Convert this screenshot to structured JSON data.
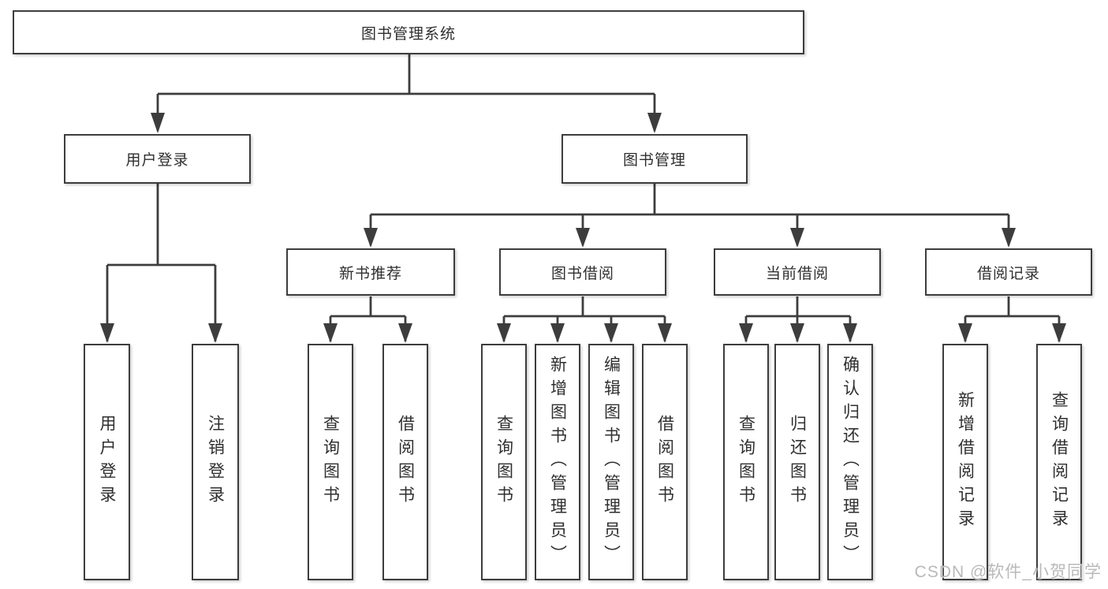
{
  "diagram_type": "tree-hierarchy-functional-structure",
  "hierarchy": {
    "label": "图书管理系统",
    "children": [
      {
        "label": "用户登录",
        "children": [
          {
            "label": "用户登录"
          },
          {
            "label": "注销登录"
          }
        ]
      },
      {
        "label": "图书管理",
        "children": [
          {
            "label": "新书推荐",
            "children": [
              {
                "label": "查询图书"
              },
              {
                "label": "借阅图书"
              }
            ]
          },
          {
            "label": "图书借阅",
            "children": [
              {
                "label": "查询图书"
              },
              {
                "label": "新增图书（管理员）"
              },
              {
                "label": "编辑图书（管理员）"
              },
              {
                "label": "借阅图书"
              }
            ]
          },
          {
            "label": "当前借阅",
            "children": [
              {
                "label": "查询图书"
              },
              {
                "label": "归还图书"
              },
              {
                "label": "确认归还（管理员）"
              }
            ]
          },
          {
            "label": "借阅记录",
            "children": [
              {
                "label": "新增借阅记录"
              },
              {
                "label": "查询借阅记录"
              }
            ]
          }
        ]
      }
    ]
  },
  "watermark": {
    "text": "CSDN @软件_小贺同学"
  },
  "colors": {
    "background": "#ffffff",
    "fill": "#ffffff",
    "border": "#3d3d3d",
    "line": "#3d3d3d",
    "text": "#2f2f2f",
    "watermark": "#b9b9b9"
  }
}
